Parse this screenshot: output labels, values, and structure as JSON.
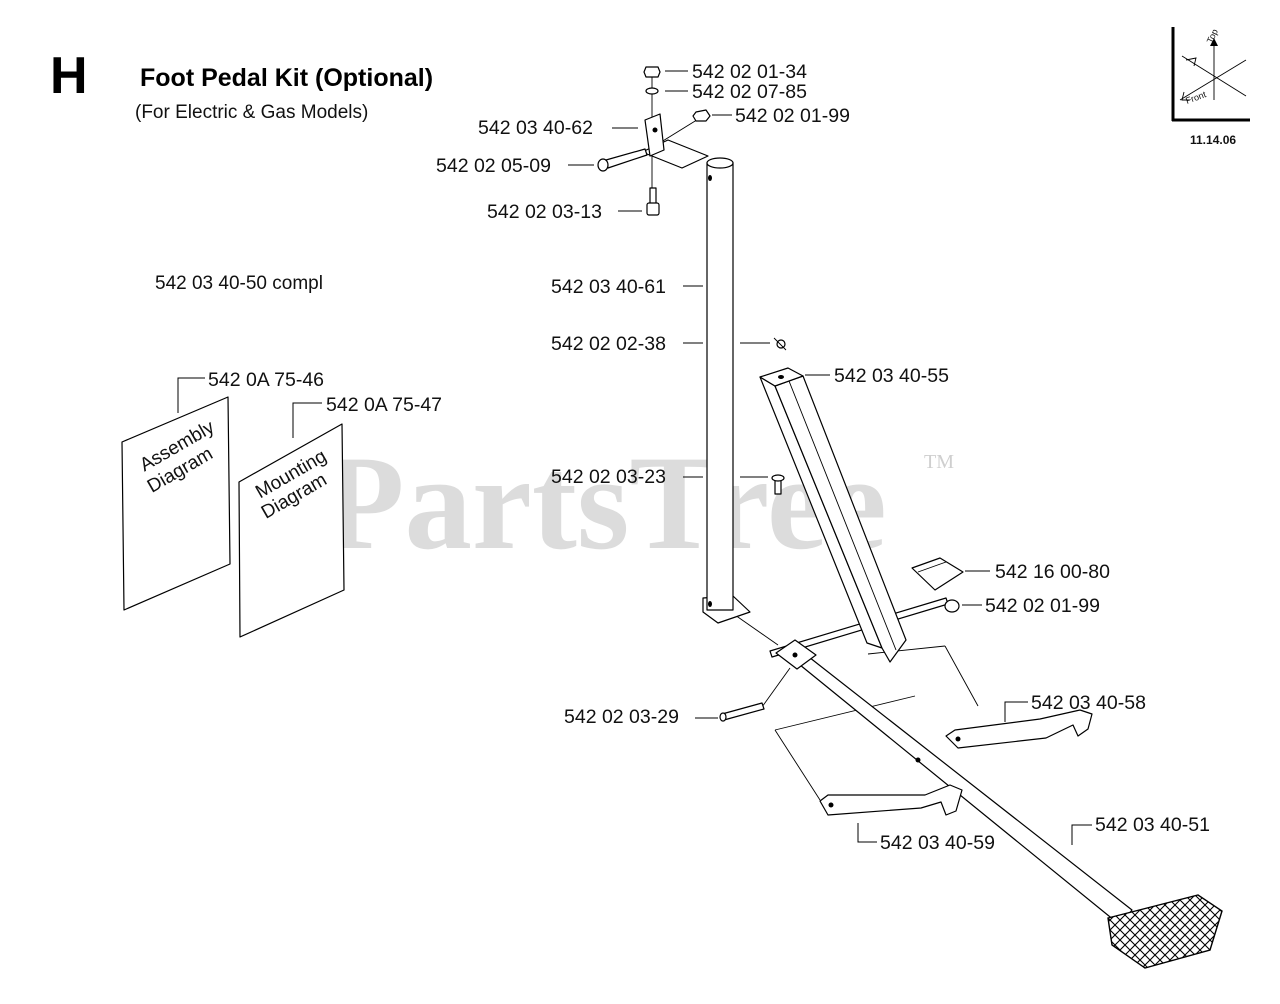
{
  "header": {
    "letter": "H",
    "title": "Foot Pedal Kit (Optional)",
    "subtitle": "(For Electric & Gas Models)"
  },
  "kit_number": "542 03 40-50 compl",
  "revision_date": "11.14.06",
  "orientation_labels": {
    "top": "Top",
    "front": "Front"
  },
  "watermark": {
    "brand": "PartsTree",
    "trademark": "TM"
  },
  "documents": [
    {
      "part_number": "542 0A 75-46",
      "line1": "Assembly",
      "line2": "Diagram"
    },
    {
      "part_number": "542 0A 75-47",
      "line1": "Mounting",
      "line2": "Diagram"
    }
  ],
  "callouts": [
    "542 02 01-34",
    "542 02 07-85",
    "542 03 40-62",
    "542 02 01-99",
    "542 02 05-09",
    "542 02 03-13",
    "542 03 40-61",
    "542 02 02-38",
    "542 03 40-55",
    "542 02 03-23",
    "542 16 00-80",
    "542 02 01-99",
    "542 03 40-58",
    "542 02 03-29",
    "542 03 40-59",
    "542 03 40-51"
  ]
}
